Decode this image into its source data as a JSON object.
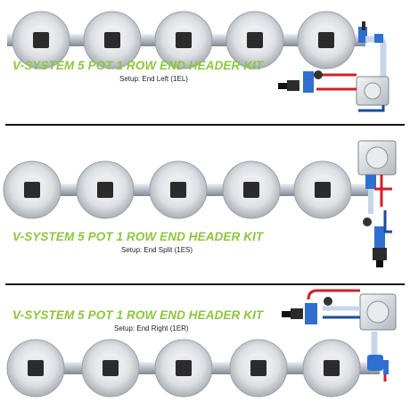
{
  "colors": {
    "title_green": "#8dc63f",
    "pot_grey": "#c9cdd2",
    "pipe_silver": "#b8c0c8",
    "fitting_blue": "#2f6fd0",
    "pipe_red": "#d0202a",
    "divider_black": "#111111"
  },
  "panels": [
    {
      "title": "V-SYSTEM 5 POT 1 ROW END HEADER KIT",
      "setup": "Setup: End Left (1EL)"
    },
    {
      "title": "V-SYSTEM 5 POT 1 ROW END HEADER KIT",
      "setup": "Setup: End Split (1ES)"
    },
    {
      "title": "V-SYSTEM 5 POT 1 ROW END HEADER KIT",
      "setup": "Setup: End Right (1ER)"
    }
  ]
}
